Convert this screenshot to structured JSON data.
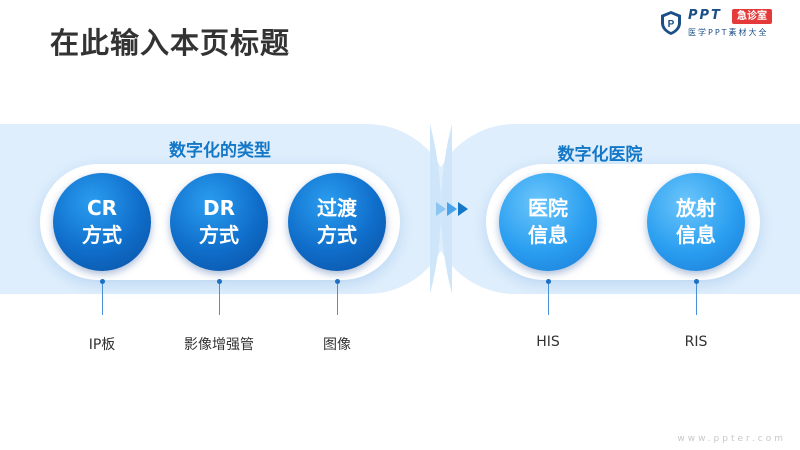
{
  "page": {
    "title": "在此输入本页标题",
    "footer": "www.ppter.com"
  },
  "logo": {
    "ppt": "PPT",
    "badge": "急诊室",
    "subtitle": "医学PPT素材大全",
    "shield_letter": "P"
  },
  "left_section": {
    "label": "数字化的类型",
    "items": [
      {
        "line1": "CR",
        "line2": "方式",
        "caption": "IP板"
      },
      {
        "line1": "DR",
        "line2": "方式",
        "caption": "影像增强管"
      },
      {
        "line1": "过渡",
        "line2": "方式",
        "caption": "图像"
      }
    ]
  },
  "right_section": {
    "label": "数字化医院",
    "items": [
      {
        "line1": "医院",
        "line2": "信息",
        "caption": "HIS"
      },
      {
        "line1": "放射",
        "line2": "信息",
        "caption": "RIS"
      }
    ]
  },
  "colors": {
    "band": "#deeefc",
    "accent": "#1478c7",
    "dark_circle": "#0f6dc9",
    "light_circle": "#2a9ef0",
    "logo_badge": "#e53a3a"
  }
}
